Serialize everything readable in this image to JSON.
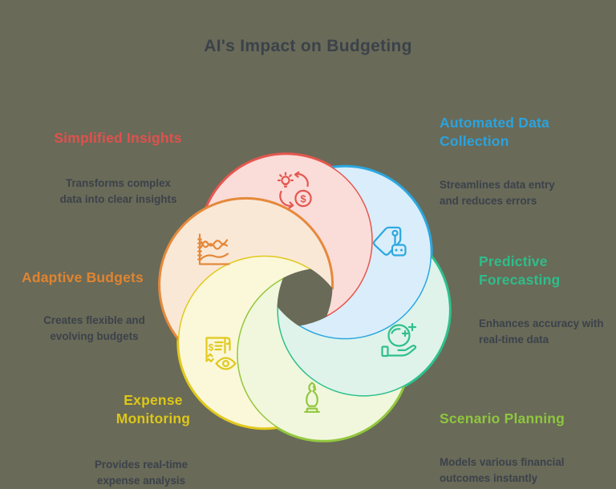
{
  "title": "AI's Impact on Budgeting",
  "background_color": "#696a58",
  "text_color": "#3b424a",
  "glyphs": {
    "dollar": "$"
  },
  "petals": [
    {
      "id": "simplified-insights",
      "label": "Simplified Insights",
      "description": "Transforms complex\ndata into clear insights",
      "stroke": "#e4574f",
      "fill": "#fadcd9",
      "label_color": "#e0514d",
      "icon": "idea-to-money-cycle-icon"
    },
    {
      "id": "automated-data-collection",
      "label": "Automated Data\nCollection",
      "description": "Streamlines data entry\nand reduces errors",
      "stroke": "#2ba7e0",
      "fill": "#d9eefa",
      "label_color": "#2ba3dd",
      "icon": "price-tag-robot-icon"
    },
    {
      "id": "predictive-forecasting",
      "label": "Predictive\nForecasting",
      "description": "Enhances accuracy with\nreal-time data",
      "stroke": "#2fc08c",
      "fill": "#dff3ea",
      "label_color": "#2fbd8a",
      "icon": "hand-forecast-icon"
    },
    {
      "id": "scenario-planning",
      "label": "Scenario Planning",
      "description": "Models various financial\noutcomes instantly",
      "stroke": "#92c73e",
      "fill": "#f1f7dc",
      "label_color": "#8ec63e",
      "icon": "chess-piece-icon"
    },
    {
      "id": "expense-monitoring",
      "label": "Expense\nMonitoring",
      "description": "Provides real-time\nexpense analysis",
      "stroke": "#e0c91d",
      "fill": "#fbf7d9",
      "label_color": "#ddc718",
      "icon": "receipt-eye-icon"
    },
    {
      "id": "adaptive-budgets",
      "label": "Adaptive Budgets",
      "description": "Creates flexible and\nevolving budgets",
      "stroke": "#e5893a",
      "fill": "#fae8d7",
      "label_color": "#e08430",
      "icon": "wave-chart-icon"
    }
  ]
}
